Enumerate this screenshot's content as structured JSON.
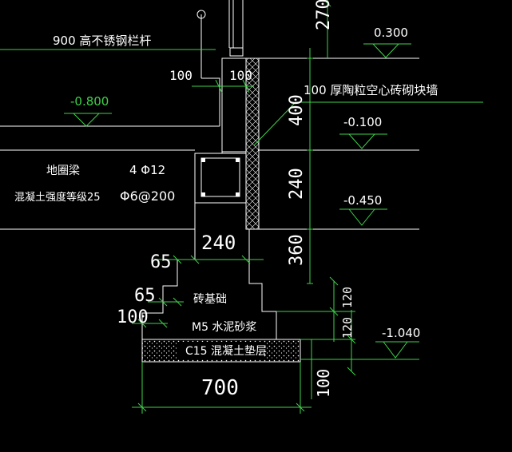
{
  "labels": {
    "railing": "900 高不锈钢栏杆",
    "dim_100_left": "100",
    "dim_100_wall": "100",
    "wall_desc": "100 厚陶粒空心砖砌块墙",
    "dim_400": "400",
    "dim_270": "270",
    "elev_0300": "0.300",
    "elev_m0800": "-0.800",
    "elev_m0100": "-0.100",
    "elev_m0450": "-0.450",
    "elev_m1040": "-1.040",
    "ground_beam": "地圈梁",
    "rebar_main": "4 Φ12",
    "concrete_grade": "混凝土强度等级25",
    "stirrup": "Φ6@200",
    "dim_240_mid": "240",
    "dim_240_base": "240",
    "dim_360": "360",
    "dim_65_top": "65",
    "dim_65_low": "65",
    "dim_100_step": "100",
    "brick_base": "砖基础",
    "mortar": "M5 水泥砂浆",
    "cushion": "C15 混凝土垫层",
    "dim_120_a": "120",
    "dim_120_b": "120",
    "dim_700": "700",
    "dim_100_bottom": "100"
  },
  "colors": {
    "background": "#000000",
    "line": "#ffffff",
    "dimension": "#3fd24a"
  }
}
